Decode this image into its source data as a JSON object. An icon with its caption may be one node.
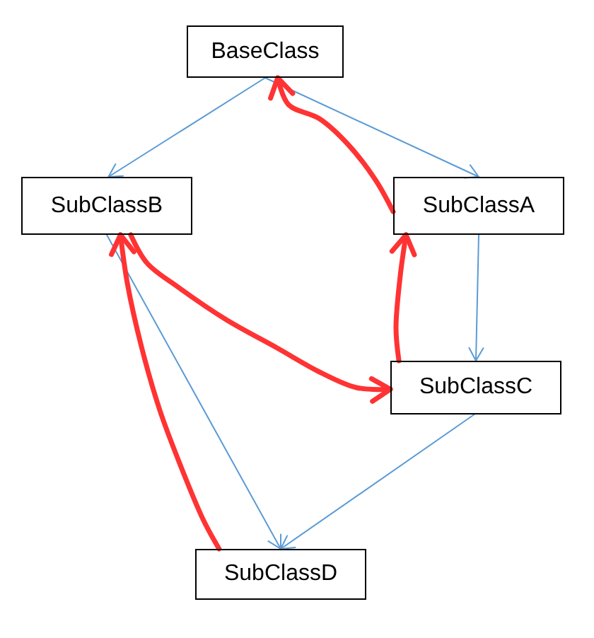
{
  "diagram": {
    "nodes": [
      {
        "text": [
          "BaseClass"
        ]
      },
      {
        "text": [
          "SubClassB"
        ]
      },
      {
        "text": [
          "SubClassA"
        ]
      },
      {
        "text": [
          "SubClassC"
        ]
      },
      {
        "text": [
          "SubClassD"
        ]
      }
    ],
    "edges": [
      {
        "from": 0,
        "to": 1,
        "arrow": "to"
      },
      {
        "from": 0,
        "to": 2,
        "arrow": "to"
      },
      {
        "from": 2,
        "to": 3,
        "arrow": "to"
      },
      {
        "from": 1,
        "to": 4,
        "arrow": "to"
      },
      {
        "from": 3,
        "to": 4,
        "arrow": "to"
      },
      {
        "from": 4,
        "to": 1,
        "arrow": "to",
        "style": "thick",
        "color": "#ff3333"
      },
      {
        "from": 1,
        "to": 3,
        "arrow": "to",
        "style": "thick",
        "color": "#ff3333"
      },
      {
        "from": 3,
        "to": 2,
        "arrow": "to",
        "style": "thick",
        "color": "#ff3333"
      },
      {
        "from": 2,
        "to": 0,
        "arrow": "to",
        "style": "thick",
        "color": "#ff3333"
      }
    ]
  }
}
